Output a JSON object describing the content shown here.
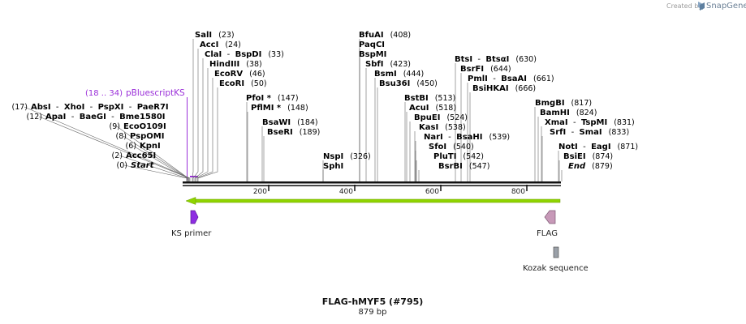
{
  "header": {
    "credit_text": "Created by",
    "brand": "SnapGene"
  },
  "map": {
    "title": "FLAG-hMYF5 (#795)",
    "length_label": "879 bp",
    "ticks": [
      "200",
      "400",
      "600",
      "800"
    ]
  },
  "primer_binding": {
    "range": "(18 .. 34)",
    "name": "pBluescriptKS"
  },
  "sites": [
    {
      "pos": "(23)",
      "parts": [
        {
          "t": "SalI",
          "s": "enz"
        }
      ]
    },
    {
      "pos": "(24)",
      "parts": [
        {
          "t": "AccI",
          "s": "enz"
        }
      ]
    },
    {
      "pos": "(33)",
      "parts": [
        {
          "t": "ClaI",
          "s": "enz"
        },
        {
          "t": "  -  ",
          "s": "sep"
        },
        {
          "t": "BspDI",
          "s": "enz"
        }
      ]
    },
    {
      "pos": "(38)",
      "parts": [
        {
          "t": "HindIII",
          "s": "enz"
        }
      ]
    },
    {
      "pos": "(46)",
      "parts": [
        {
          "t": "EcoRV",
          "s": "enz"
        }
      ]
    },
    {
      "pos": "(50)",
      "parts": [
        {
          "t": "EcoRI",
          "s": "enz"
        }
      ]
    },
    {
      "pos": "(17)",
      "parts": [
        {
          "t": "AbsI",
          "s": "enz"
        },
        {
          "t": "  -  ",
          "s": "sep"
        },
        {
          "t": "XhoI",
          "s": "enz"
        },
        {
          "t": "  -  ",
          "s": "sep"
        },
        {
          "t": "PspXI",
          "s": "enz"
        },
        {
          "t": "  -  ",
          "s": "sep"
        },
        {
          "t": "PaeR7I",
          "s": "enz"
        }
      ]
    },
    {
      "pos": "(12)",
      "parts": [
        {
          "t": "ApaI",
          "s": "enz"
        },
        {
          "t": "  -  ",
          "s": "sep"
        },
        {
          "t": "BaeGI",
          "s": "enz"
        },
        {
          "t": "  -  ",
          "s": "sep"
        },
        {
          "t": "Bme1580I",
          "s": "enz"
        }
      ]
    },
    {
      "pos": "(9)",
      "parts": [
        {
          "t": "EcoO109I",
          "s": "enz"
        }
      ]
    },
    {
      "pos": "(8)",
      "parts": [
        {
          "t": "PspOMI",
          "s": "enz"
        }
      ]
    },
    {
      "pos": "(6)",
      "parts": [
        {
          "t": "KpnI",
          "s": "enz"
        }
      ]
    },
    {
      "pos": "(2)",
      "parts": [
        {
          "t": "Acc65I",
          "s": "enz"
        }
      ]
    },
    {
      "pos": "(0)",
      "parts": [
        {
          "t": "Start",
          "s": "se"
        }
      ]
    },
    {
      "pos": "(147)",
      "parts": [
        {
          "t": "PfoI *",
          "s": "enz"
        }
      ]
    },
    {
      "pos": "(148)",
      "parts": [
        {
          "t": "PflMI *",
          "s": "enz"
        }
      ]
    },
    {
      "pos": "(184)",
      "parts": [
        {
          "t": "BsaWI",
          "s": "enz"
        }
      ]
    },
    {
      "pos": "(189)",
      "parts": [
        {
          "t": "BseRI",
          "s": "enz"
        }
      ]
    },
    {
      "pos": "(326)",
      "parts": [
        {
          "t": "NspI",
          "s": "enz"
        }
      ]
    },
    {
      "pos": "",
      "parts": [
        {
          "t": "SphI",
          "s": "enz"
        }
      ]
    },
    {
      "pos": "(408)",
      "parts": [
        {
          "t": "BfuAI",
          "s": "enz"
        }
      ]
    },
    {
      "pos": "",
      "parts": [
        {
          "t": "PaqCI",
          "s": "enz"
        }
      ]
    },
    {
      "pos": "",
      "parts": [
        {
          "t": "BspMI",
          "s": "enz"
        }
      ]
    },
    {
      "pos": "(423)",
      "parts": [
        {
          "t": "SbfI",
          "s": "enz"
        }
      ]
    },
    {
      "pos": "(444)",
      "parts": [
        {
          "t": "BsmI",
          "s": "enz"
        }
      ]
    },
    {
      "pos": "(450)",
      "parts": [
        {
          "t": "Bsu36I",
          "s": "enz"
        }
      ]
    },
    {
      "pos": "(513)",
      "parts": [
        {
          "t": "BstBI",
          "s": "enz"
        }
      ]
    },
    {
      "pos": "(518)",
      "parts": [
        {
          "t": "AcuI",
          "s": "enz"
        }
      ]
    },
    {
      "pos": "(524)",
      "parts": [
        {
          "t": "BpuEI",
          "s": "enz"
        }
      ]
    },
    {
      "pos": "(538)",
      "parts": [
        {
          "t": "KasI",
          "s": "enz"
        }
      ]
    },
    {
      "pos": "(539)",
      "parts": [
        {
          "t": "NarI",
          "s": "enz"
        },
        {
          "t": "  -  ",
          "s": "sep"
        },
        {
          "t": "BsaHI",
          "s": "enz"
        }
      ]
    },
    {
      "pos": "(540)",
      "parts": [
        {
          "t": "SfoI",
          "s": "enz"
        }
      ]
    },
    {
      "pos": "(542)",
      "parts": [
        {
          "t": "PluTI",
          "s": "enz"
        }
      ]
    },
    {
      "pos": "(547)",
      "parts": [
        {
          "t": "BsrBI",
          "s": "enz"
        }
      ]
    },
    {
      "pos": "(630)",
      "parts": [
        {
          "t": "BtsI",
          "s": "enz"
        },
        {
          "t": "  -  ",
          "s": "sep"
        },
        {
          "t": "BtsαI",
          "s": "enz"
        }
      ]
    },
    {
      "pos": "(644)",
      "parts": [
        {
          "t": "BsrFI",
          "s": "enz"
        }
      ]
    },
    {
      "pos": "(661)",
      "parts": [
        {
          "t": "PmlI",
          "s": "enz"
        },
        {
          "t": "  -  ",
          "s": "sep"
        },
        {
          "t": "BsaAI",
          "s": "enz"
        }
      ]
    },
    {
      "pos": "(666)",
      "parts": [
        {
          "t": "BsiHKAI",
          "s": "enz"
        }
      ]
    },
    {
      "pos": "(817)",
      "parts": [
        {
          "t": "BmgBI",
          "s": "enz"
        }
      ]
    },
    {
      "pos": "(824)",
      "parts": [
        {
          "t": "BamHI",
          "s": "enz"
        }
      ]
    },
    {
      "pos": "(831)",
      "parts": [
        {
          "t": "XmaI",
          "s": "enz"
        },
        {
          "t": "  -  ",
          "s": "sep"
        },
        {
          "t": "TspMI",
          "s": "enz"
        }
      ]
    },
    {
      "pos": "(833)",
      "parts": [
        {
          "t": "SrfI",
          "s": "enz"
        },
        {
          "t": "  -  ",
          "s": "sep"
        },
        {
          "t": "SmaI",
          "s": "enz"
        }
      ]
    },
    {
      "pos": "(871)",
      "parts": [
        {
          "t": "NotI",
          "s": "enz"
        },
        {
          "t": "  -  ",
          "s": "sep"
        },
        {
          "t": "EagI",
          "s": "enz"
        }
      ]
    },
    {
      "pos": "(874)",
      "parts": [
        {
          "t": "BsiEI",
          "s": "enz"
        }
      ]
    },
    {
      "pos": "(879)",
      "parts": [
        {
          "t": "End",
          "s": "se"
        }
      ]
    }
  ],
  "features": [
    {
      "name": "KS primer",
      "color": "#8e2de2"
    },
    {
      "name": "FLAG",
      "color": "#c799b8"
    },
    {
      "name": "Kozak sequence",
      "color": "#9aa0a8"
    }
  ],
  "orf_color": "#8fd400",
  "primer_color": "#9b30d9"
}
